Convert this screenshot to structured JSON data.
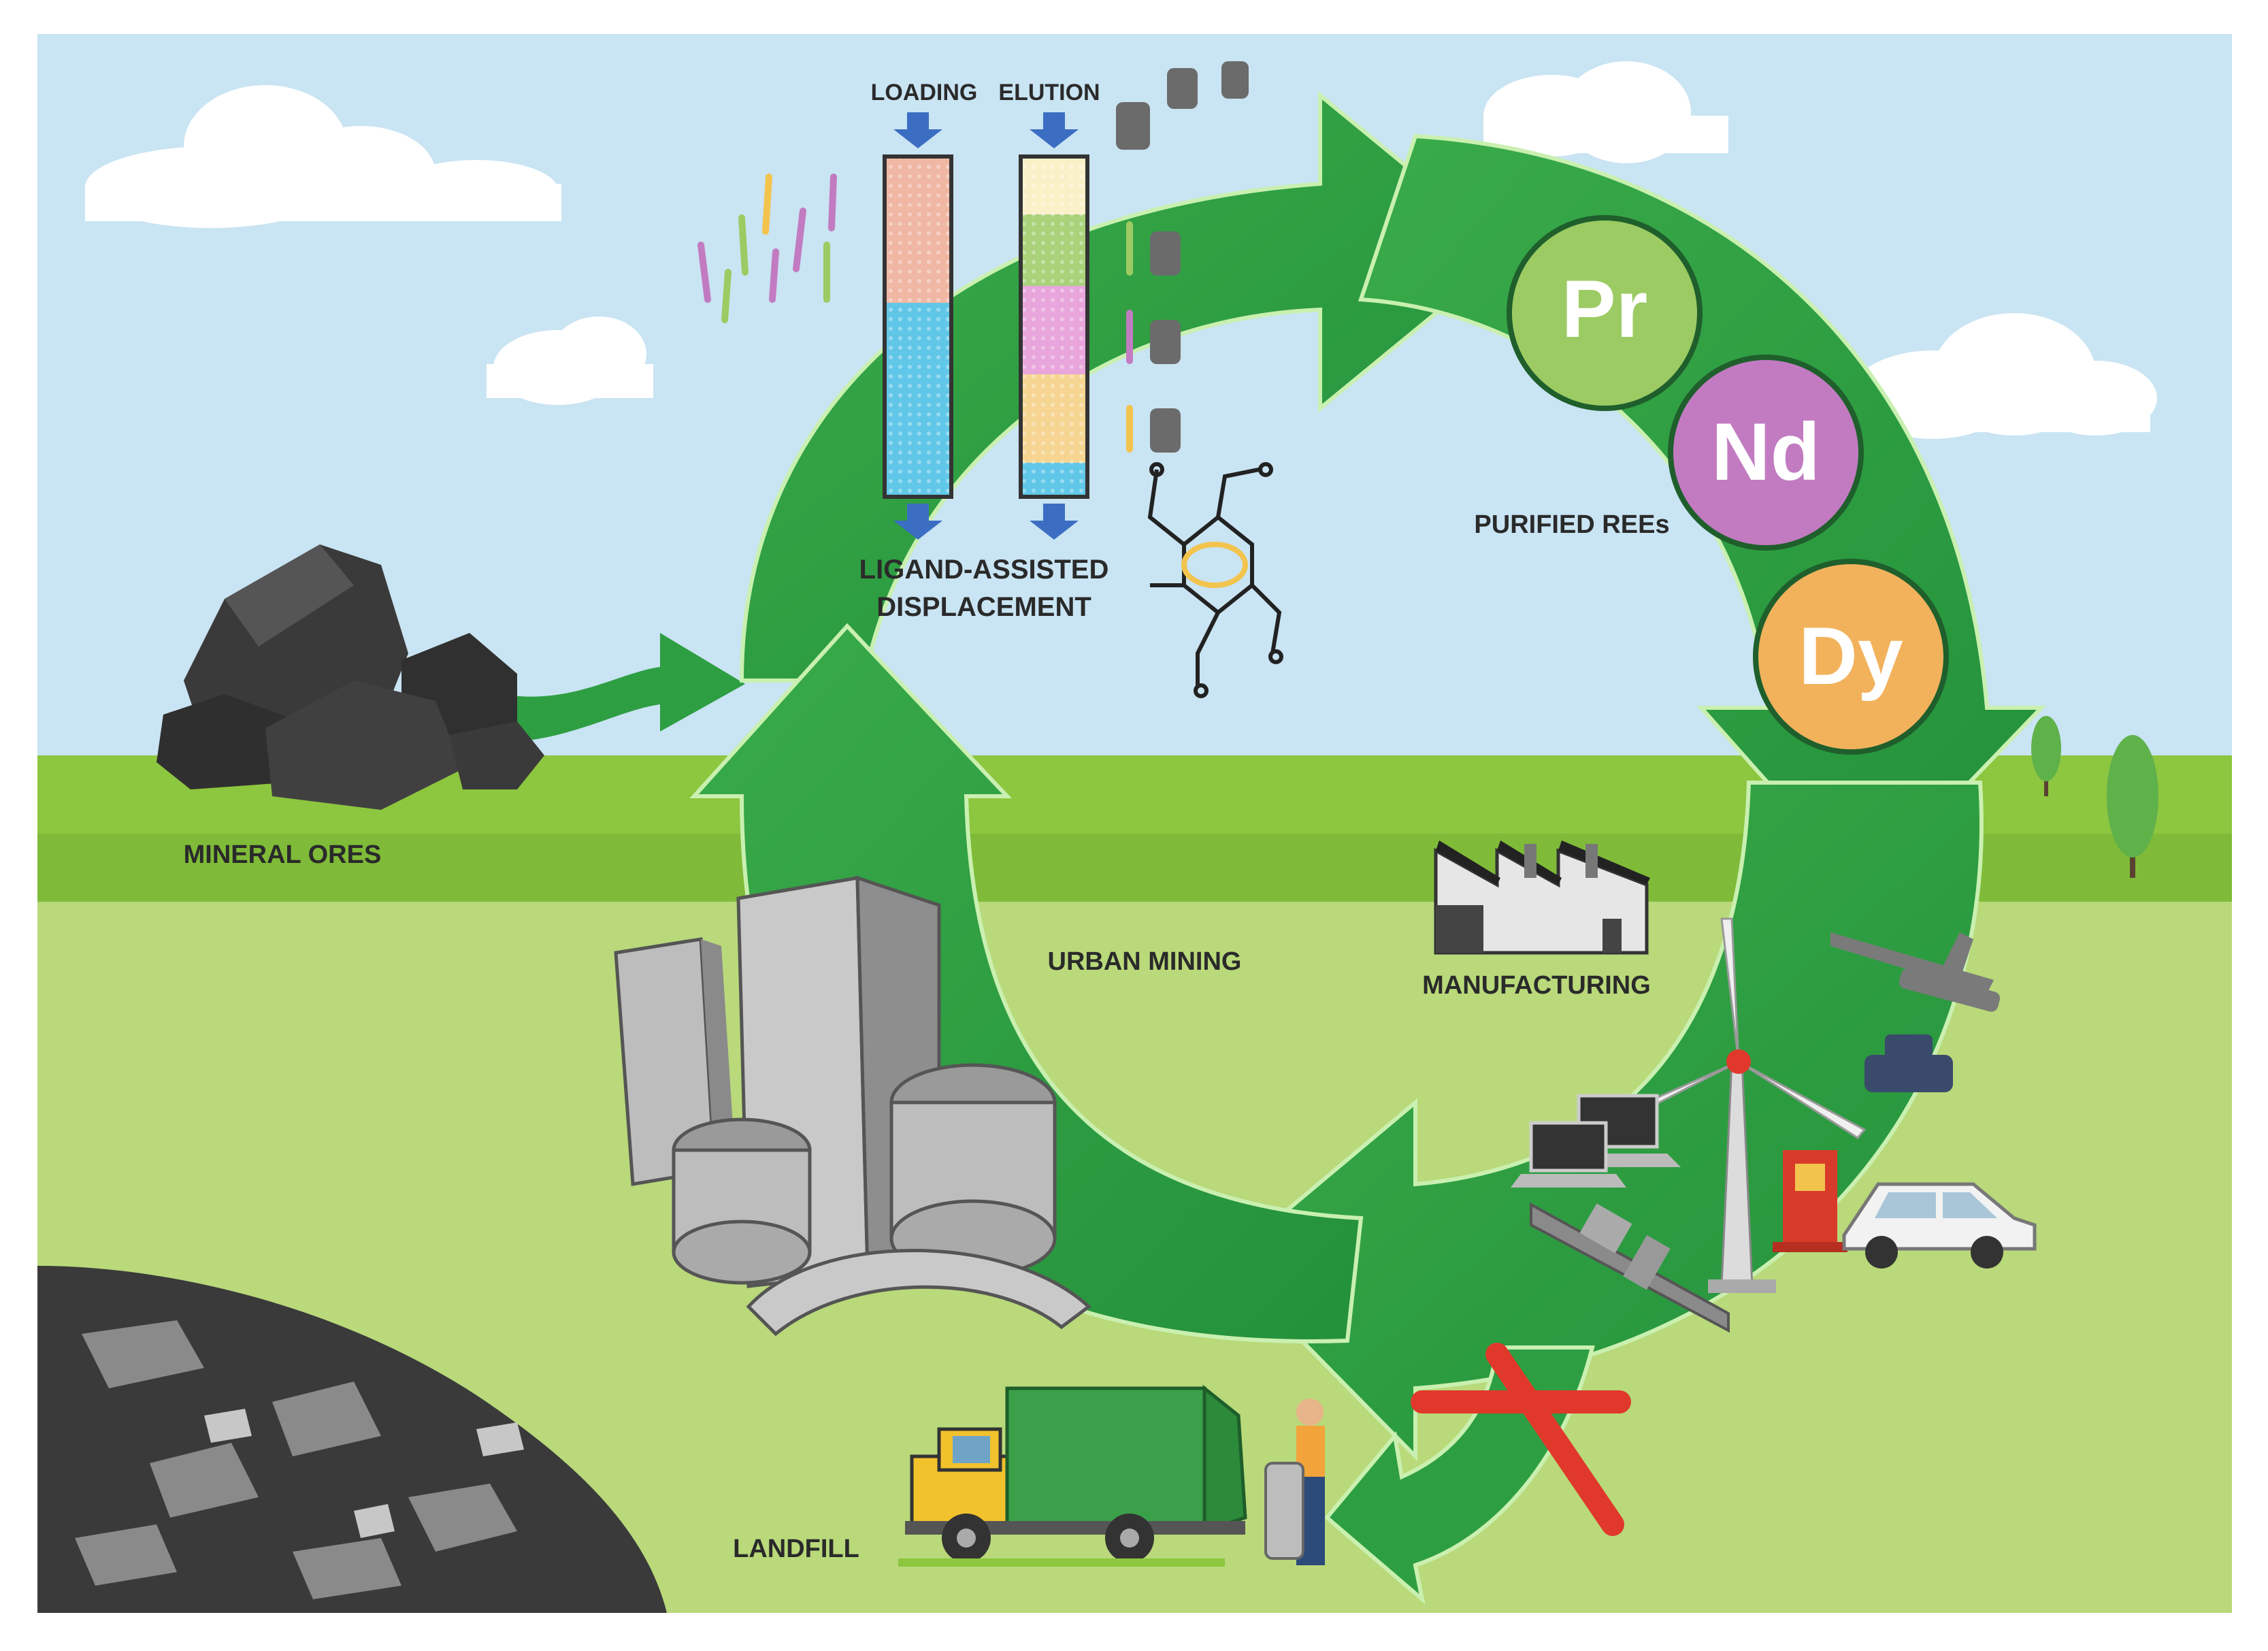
{
  "labels": {
    "loading": "LOADING",
    "elution": "ELUTION",
    "ligand_line1": "LIGAND-ASSISTED",
    "ligand_line2": "DISPLACEMENT",
    "purified": "PURIFIED REEs",
    "mineral_ores": "MINERAL ORES",
    "urban_mining": "URBAN MINING",
    "manufacturing": "MANUFACTURING",
    "landfill": "LANDFILL"
  },
  "elements": [
    {
      "symbol": "Pr",
      "color": "#9ccb63"
    },
    {
      "symbol": "Nd",
      "color": "#c27bc1"
    },
    {
      "symbol": "Dy",
      "color": "#f2b25c"
    }
  ],
  "colors": {
    "sky": "#c7e3f2",
    "grass_light": "#b6d777",
    "grass_band": "#8ec63f",
    "cycle_green": "#2e9e43",
    "cycle_light": "#52b858",
    "cross_red": "#e0382b"
  },
  "icons": [
    "cloud-icon",
    "rock-icon",
    "column-icon",
    "ligand-molecule-icon",
    "factory-icon",
    "wind-turbine-icon",
    "drone-icon",
    "laptop-icon",
    "ship-icon",
    "fuel-pump-icon",
    "car-icon",
    "garbage-truck-icon",
    "worker-icon",
    "tree-icon",
    "landfill-pile-icon",
    "city-ruins-icon"
  ]
}
